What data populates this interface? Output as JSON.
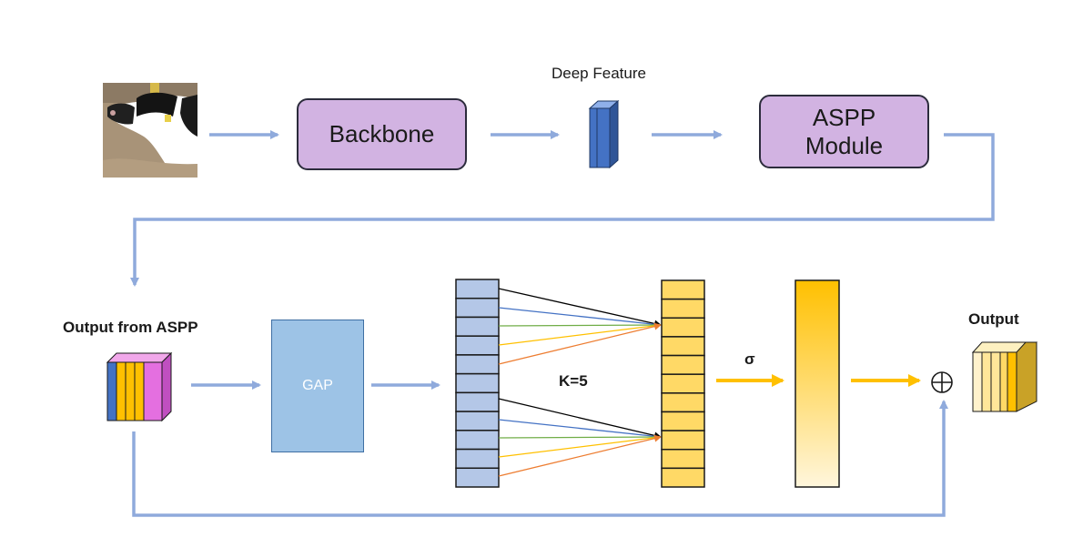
{
  "labels": {
    "deep_feature": "Deep Feature",
    "backbone": "Backbone",
    "aspp_line1": "ASPP",
    "aspp_line2": "Module",
    "output_from_aspp": "Output from ASPP",
    "gap": "GAP",
    "kernel": "K=5",
    "sigma": "σ",
    "output": "Output"
  },
  "colors": {
    "arrow": "#8faadc",
    "yellow_arrow": "#ffc000",
    "module_fill": "#d2b3e2",
    "gap_fill": "#9dc3e6",
    "vector_left": "#b4c7e7",
    "vector_right": "#ffd966",
    "blue_feature": "#4472c4",
    "conv_lines": [
      "#4472c4",
      "#70ad47",
      "#ffc000",
      "#ed7d31"
    ]
  },
  "icons": {
    "input_image": "cow-photo-icon",
    "sum": "circled-plus-icon"
  }
}
